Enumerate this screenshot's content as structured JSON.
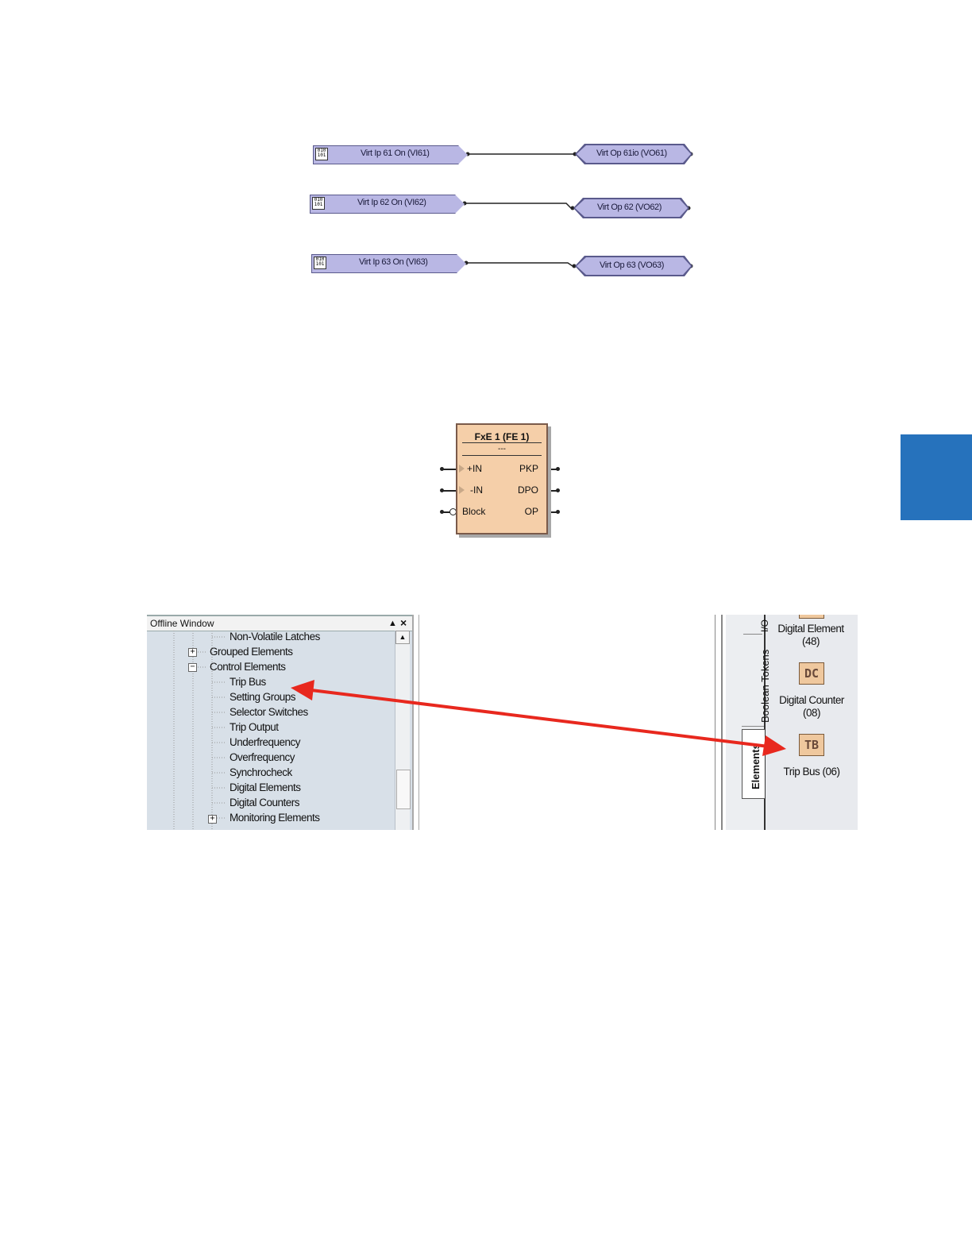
{
  "virtual_io": [
    {
      "input_label": "Virt Ip 61 On (VI61)",
      "output_label": "Virt Op 61io (VO61)",
      "icon_text": "010 101"
    },
    {
      "input_label": "Virt Ip 62 On (VI62)",
      "output_label": "Virt Op 62 (VO62)",
      "icon_text": "010 101"
    },
    {
      "input_label": "Virt Ip 63 On (VI63)",
      "output_label": "Virt Op 63 (VO63)",
      "icon_text": "010 101"
    }
  ],
  "fxe_block": {
    "title": "FxE 1 (FE 1)",
    "subtitle": "---",
    "inputs": [
      "+IN",
      "-IN",
      "Block"
    ],
    "outputs": [
      "PKP",
      "DPO",
      "OP"
    ]
  },
  "offline_window": {
    "title": "Offline Window",
    "pin_glyph": "▲",
    "close_glyph": "×",
    "tree": [
      {
        "label": "Non-Volatile Latches"
      },
      {
        "label": "Grouped Elements",
        "expander": "+"
      },
      {
        "label": "Control Elements",
        "expander": "−"
      },
      {
        "label": "Trip Bus"
      },
      {
        "label": "Setting Groups"
      },
      {
        "label": "Selector Switches"
      },
      {
        "label": "Trip Output"
      },
      {
        "label": "Underfrequency"
      },
      {
        "label": "Overfrequency"
      },
      {
        "label": "Synchrocheck"
      },
      {
        "label": "Digital Elements"
      },
      {
        "label": "Digital Counters"
      },
      {
        "label": "Monitoring Elements",
        "expander": "+"
      }
    ]
  },
  "toolbox": {
    "vertical_tabs": [
      "I/O",
      "Boolean Tokens",
      "Elements"
    ],
    "items": [
      {
        "label_line1": "Digital Element",
        "label_line2": "(48)"
      },
      {
        "icon_text": "DC",
        "label_line1": "Digital Counter",
        "label_line2": "(08)"
      },
      {
        "icon_text": "TB",
        "label_line1": "Trip Bus (06)"
      }
    ]
  },
  "colors": {
    "page_tab_blue": "#2672bc",
    "virtual_io_fill": "#b9b7e4",
    "fxe_fill": "#f5cfa9",
    "arrow_red": "#e8281e"
  }
}
